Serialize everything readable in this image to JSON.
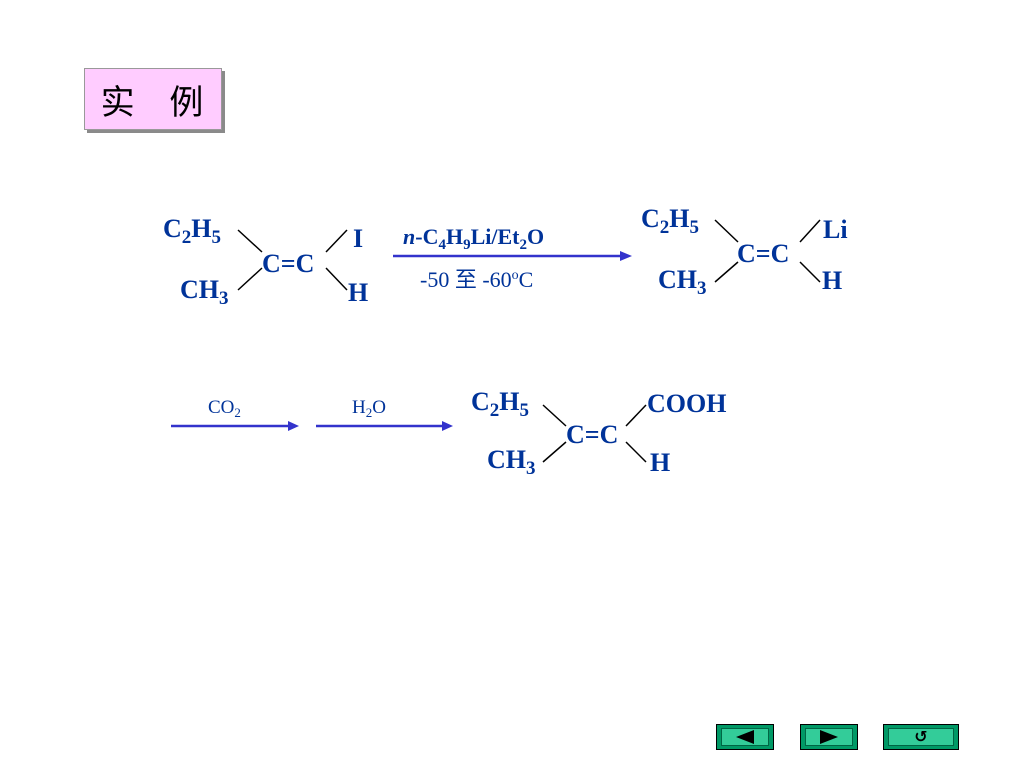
{
  "title": "实 例",
  "reaction1": {
    "reactant": {
      "tl_main": "C",
      "tl_sub1": "2",
      "tl_mid": "H",
      "tl_sub2": "5",
      "bl_main": "CH",
      "bl_sub": "3",
      "core": "C=C",
      "tr": "I",
      "br": "H"
    },
    "reagent": {
      "prefix": "n",
      "p1": "-C",
      "s1": "4",
      "p2": "H",
      "s2": "9",
      "p3": "Li/Et",
      "s3": "2",
      "p4": "O"
    },
    "temp": {
      "t1": "-50 至 -60",
      "sup": "o",
      "t2": "C"
    },
    "product": {
      "tl_main": "C",
      "tl_sub1": "2",
      "tl_mid": "H",
      "tl_sub2": "5",
      "bl_main": "CH",
      "bl_sub": "3",
      "core": "C=C",
      "tr": "Li",
      "br": "H"
    }
  },
  "reaction2": {
    "step1": {
      "main": "CO",
      "sub": "2"
    },
    "step2": {
      "main1": "H",
      "sub": "2",
      "main2": "O"
    },
    "product": {
      "tl_main": "C",
      "tl_sub1": "2",
      "tl_mid": "H",
      "tl_sub2": "5",
      "bl_main": "CH",
      "bl_sub": "3",
      "core": "C=C",
      "tr": "COOH",
      "br": "H"
    }
  },
  "nav": {
    "prev_icon": "triangle-left-icon",
    "next_icon": "triangle-right-icon",
    "return_icon": "return-arrow-icon",
    "return_glyph": "↺"
  },
  "colors": {
    "text": "#003399",
    "title_bg": "#ffccff",
    "nav_outer": "#009966",
    "nav_inner": "#33cc99"
  }
}
